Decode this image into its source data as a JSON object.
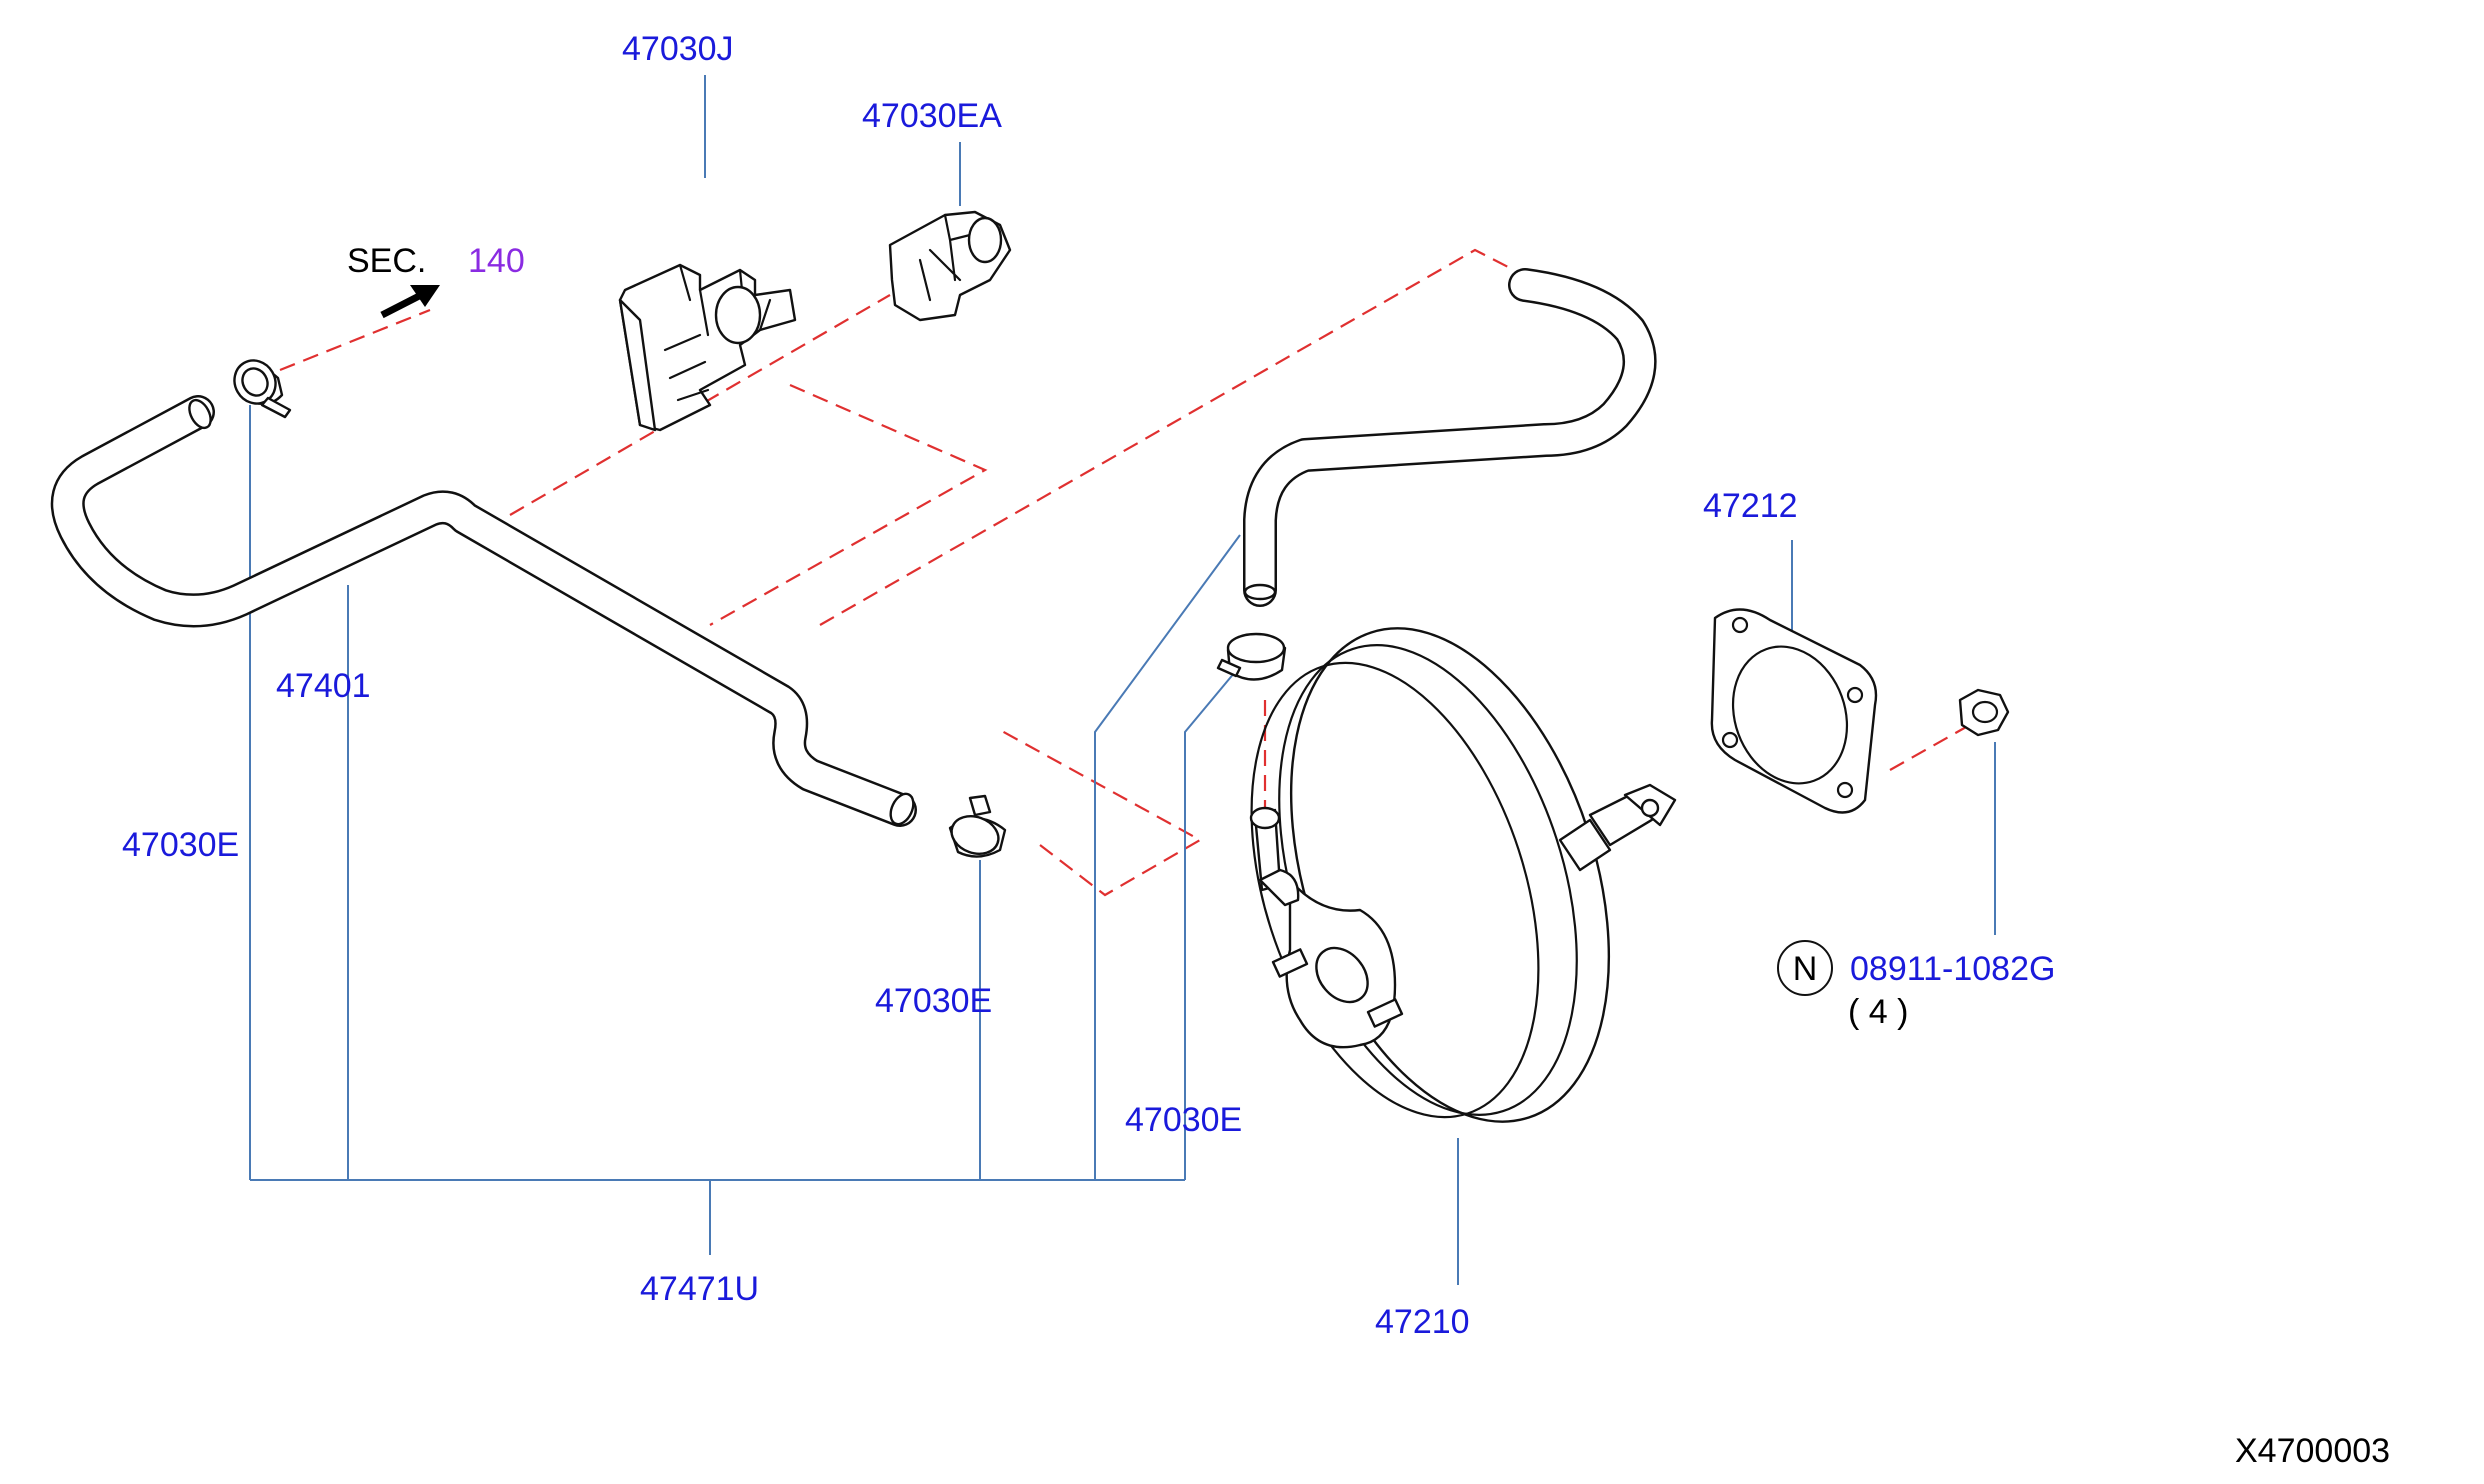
{
  "section_ref": {
    "prefix": "SEC.",
    "number": "140"
  },
  "labels": {
    "clip_j": "47030J",
    "clip_ea": "47030EA",
    "hose_47401": "47401",
    "clamp_left": "47030E",
    "clamp_mid": "47030E",
    "clamp_right": "47030E",
    "hose_set": "47471U",
    "booster": "47210",
    "gasket": "47212",
    "nut_part": "08911-1082G",
    "nut_qty": "( 4 )"
  },
  "nut_symbol": "N",
  "diagram_code": "X4700003",
  "colors": {
    "label": "#1a1adb",
    "section": "#8a2be2",
    "leader": "#4a7ab5",
    "dashed": "#e03030"
  }
}
